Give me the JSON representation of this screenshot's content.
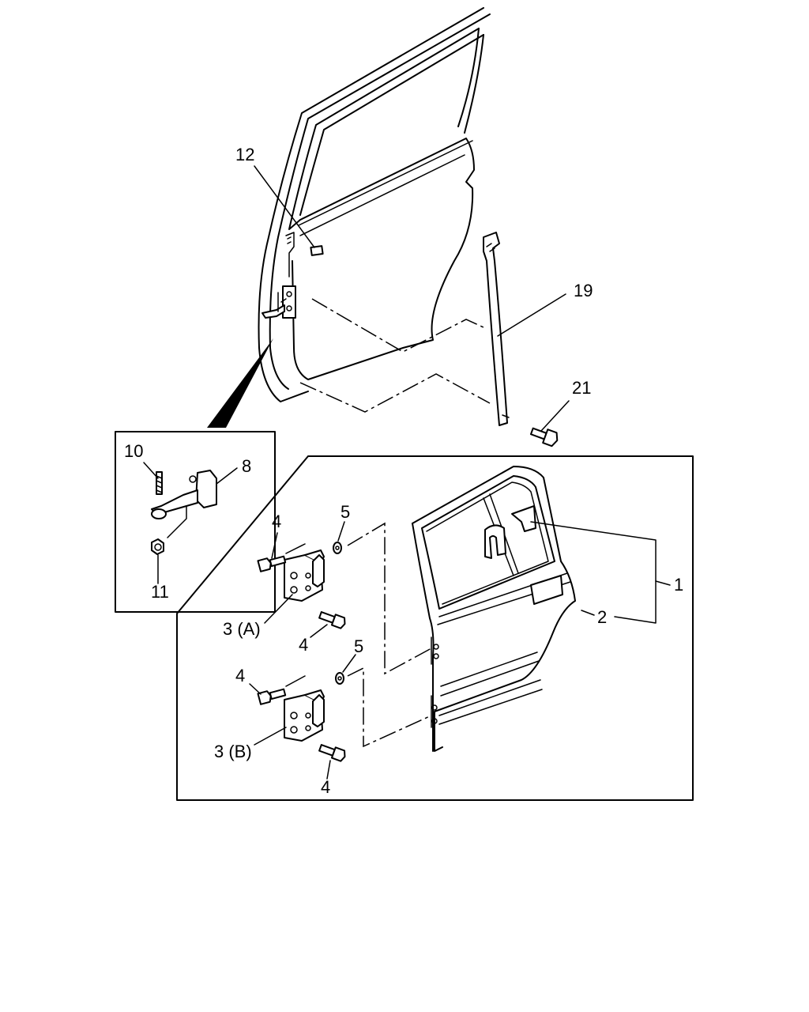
{
  "callouts": {
    "c1": "1",
    "c2": "2",
    "c3a": "3 (A)",
    "c3b": "3 (B)",
    "c4a": "4",
    "c4b": "4",
    "c4c": "4",
    "c4d": "4",
    "c5a": "5",
    "c5b": "5",
    "c8": "8",
    "c10": "10",
    "c11": "11",
    "c12": "12",
    "c19": "19",
    "c21": "21"
  }
}
